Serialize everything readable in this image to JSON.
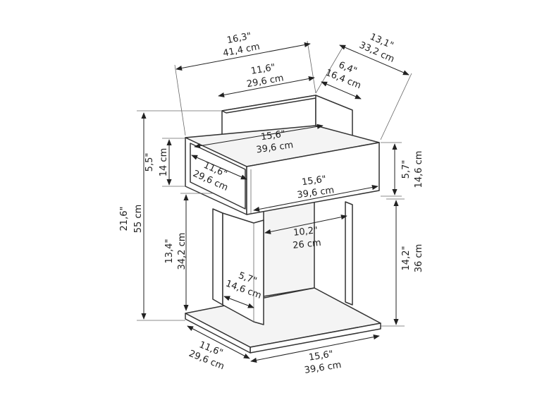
{
  "diagram": {
    "dimensions": {
      "top_total_width": {
        "inch": "16,3\"",
        "cm": "41,4 cm"
      },
      "top_depth": {
        "inch": "13,1\"",
        "cm": "33,2 cm"
      },
      "back_panel_width": {
        "inch": "11,6\"",
        "cm": "29,6 cm"
      },
      "side_panel_depth": {
        "inch": "6,4\"",
        "cm": "16,4 cm"
      },
      "shelf_width": {
        "inch": "15,6\"",
        "cm": "39,6 cm"
      },
      "shelf_height": {
        "inch": "5,5\"",
        "cm": "14 cm"
      },
      "shelf_depth": {
        "inch": "11,6\"",
        "cm": "29,6 cm"
      },
      "drawer_width": {
        "inch": "15,6\"",
        "cm": "39,6 cm"
      },
      "drawer_height": {
        "inch": "5,7\"",
        "cm": "14,6 cm"
      },
      "total_height": {
        "inch": "21,6\"",
        "cm": "55 cm"
      },
      "leg_height": {
        "inch": "13,4\"",
        "cm": "34,2 cm"
      },
      "inner_opening_width": {
        "inch": "10,2\"",
        "cm": "26 cm"
      },
      "leg_panel_depth": {
        "inch": "5,7\"",
        "cm": "14,6 cm"
      },
      "right_lower_height": {
        "inch": "14,2\"",
        "cm": "36 cm"
      },
      "base_depth": {
        "inch": "11,6\"",
        "cm": "29,6 cm"
      },
      "base_width": {
        "inch": "15,6\"",
        "cm": "39,6 cm"
      }
    }
  }
}
